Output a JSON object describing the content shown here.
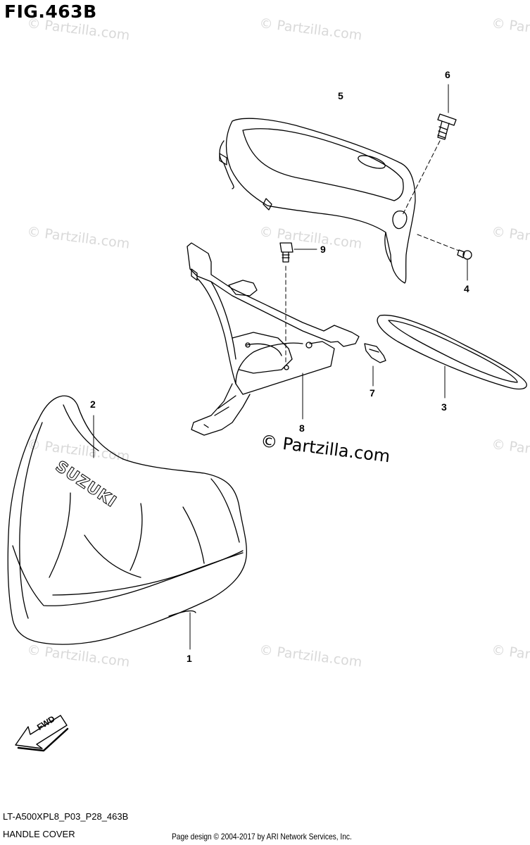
{
  "figure": {
    "title": "FIG.463B",
    "watermark": "© Partzilla.com",
    "watermark_main": "© Partzilla.com"
  },
  "callouts": [
    "1",
    "2",
    "3",
    "4",
    "5",
    "6",
    "7",
    "8",
    "9"
  ],
  "parts": {
    "cover_logo": "SUZUKI",
    "fwd_label": "FWD"
  },
  "footer": {
    "diagram_code": "LT-A500XPL8_P03_P28_463B",
    "section_name": "HANDLE COVER",
    "copyright": "Page design © 2004-2017 by ARI Network Services, Inc."
  }
}
